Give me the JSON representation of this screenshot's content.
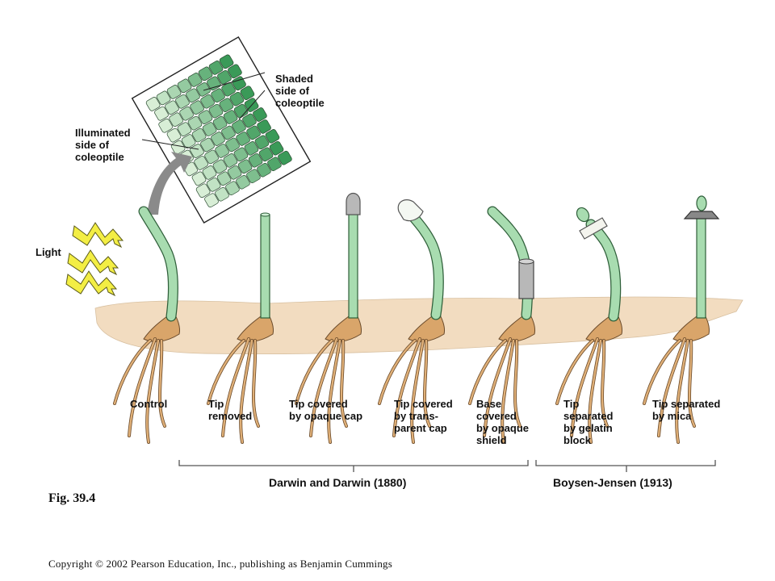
{
  "labels": {
    "light": "Light",
    "illuminated": "Illuminated\nside of\ncoleoptile",
    "shaded": "Shaded\nside of\ncoleoptile"
  },
  "experiments": [
    {
      "id": "control",
      "label": "Control"
    },
    {
      "id": "tip-removed",
      "label": "Tip\nremoved"
    },
    {
      "id": "opaque-cap",
      "label": "Tip covered\nby opaque cap"
    },
    {
      "id": "transparent-cap",
      "label": "Tip covered\nby trans-\nparent cap"
    },
    {
      "id": "opaque-shield",
      "label": "Base\ncovered\nby opaque\nshield"
    },
    {
      "id": "gelatin",
      "label": "Tip\nseparated\nby gelatin\nblock"
    },
    {
      "id": "mica",
      "label": "Tip separated\nby mica"
    }
  ],
  "groups": [
    {
      "id": "darwin",
      "label": "Darwin and Darwin (1880)"
    },
    {
      "id": "boysen",
      "label": "Boysen-Jensen (1913)"
    }
  ],
  "figure_label": "Fig. 39.4",
  "copyright": "Copyright © 2002 Pearson Education, Inc., publishing as Benjamin Cummings",
  "colors": {
    "coleoptile": "#a8dcb0",
    "coleoptile_outline": "#2f5f3a",
    "soil": "#f2dcc0",
    "root": "#d9a56a",
    "light_bolt": "#f3ee44",
    "arrow": "#8a8a8a",
    "cell_dark": "#3a9a58",
    "cell_light": "#d8eed6"
  }
}
